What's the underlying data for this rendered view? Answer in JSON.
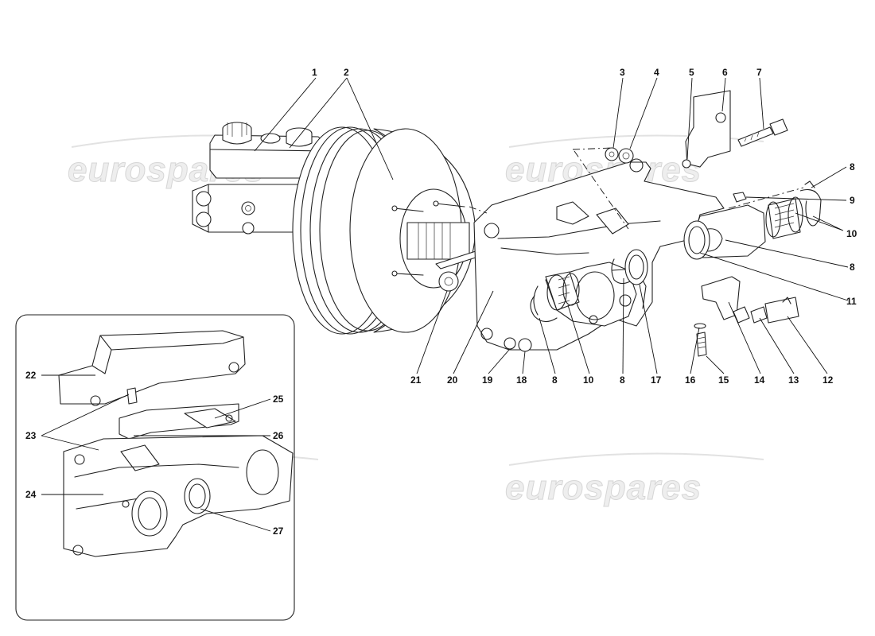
{
  "watermark": {
    "text": "eurospares"
  },
  "callouts": {
    "c1": "1",
    "c2": "2",
    "c3": "3",
    "c4": "4",
    "c5": "5",
    "c6": "6",
    "c7": "7",
    "c8a": "8",
    "c9": "9",
    "c10a": "10",
    "c8b": "8",
    "c11": "11",
    "c12": "12",
    "c13": "13",
    "c14": "14",
    "c15": "15",
    "c16": "16",
    "c17": "17",
    "c8c": "8",
    "c10b": "10",
    "c8d": "8",
    "c18": "18",
    "c19": "19",
    "c20": "20",
    "c21": "21",
    "c22": "22",
    "c23": "23",
    "c24": "24",
    "c25": "25",
    "c26": "26",
    "c27": "27"
  }
}
